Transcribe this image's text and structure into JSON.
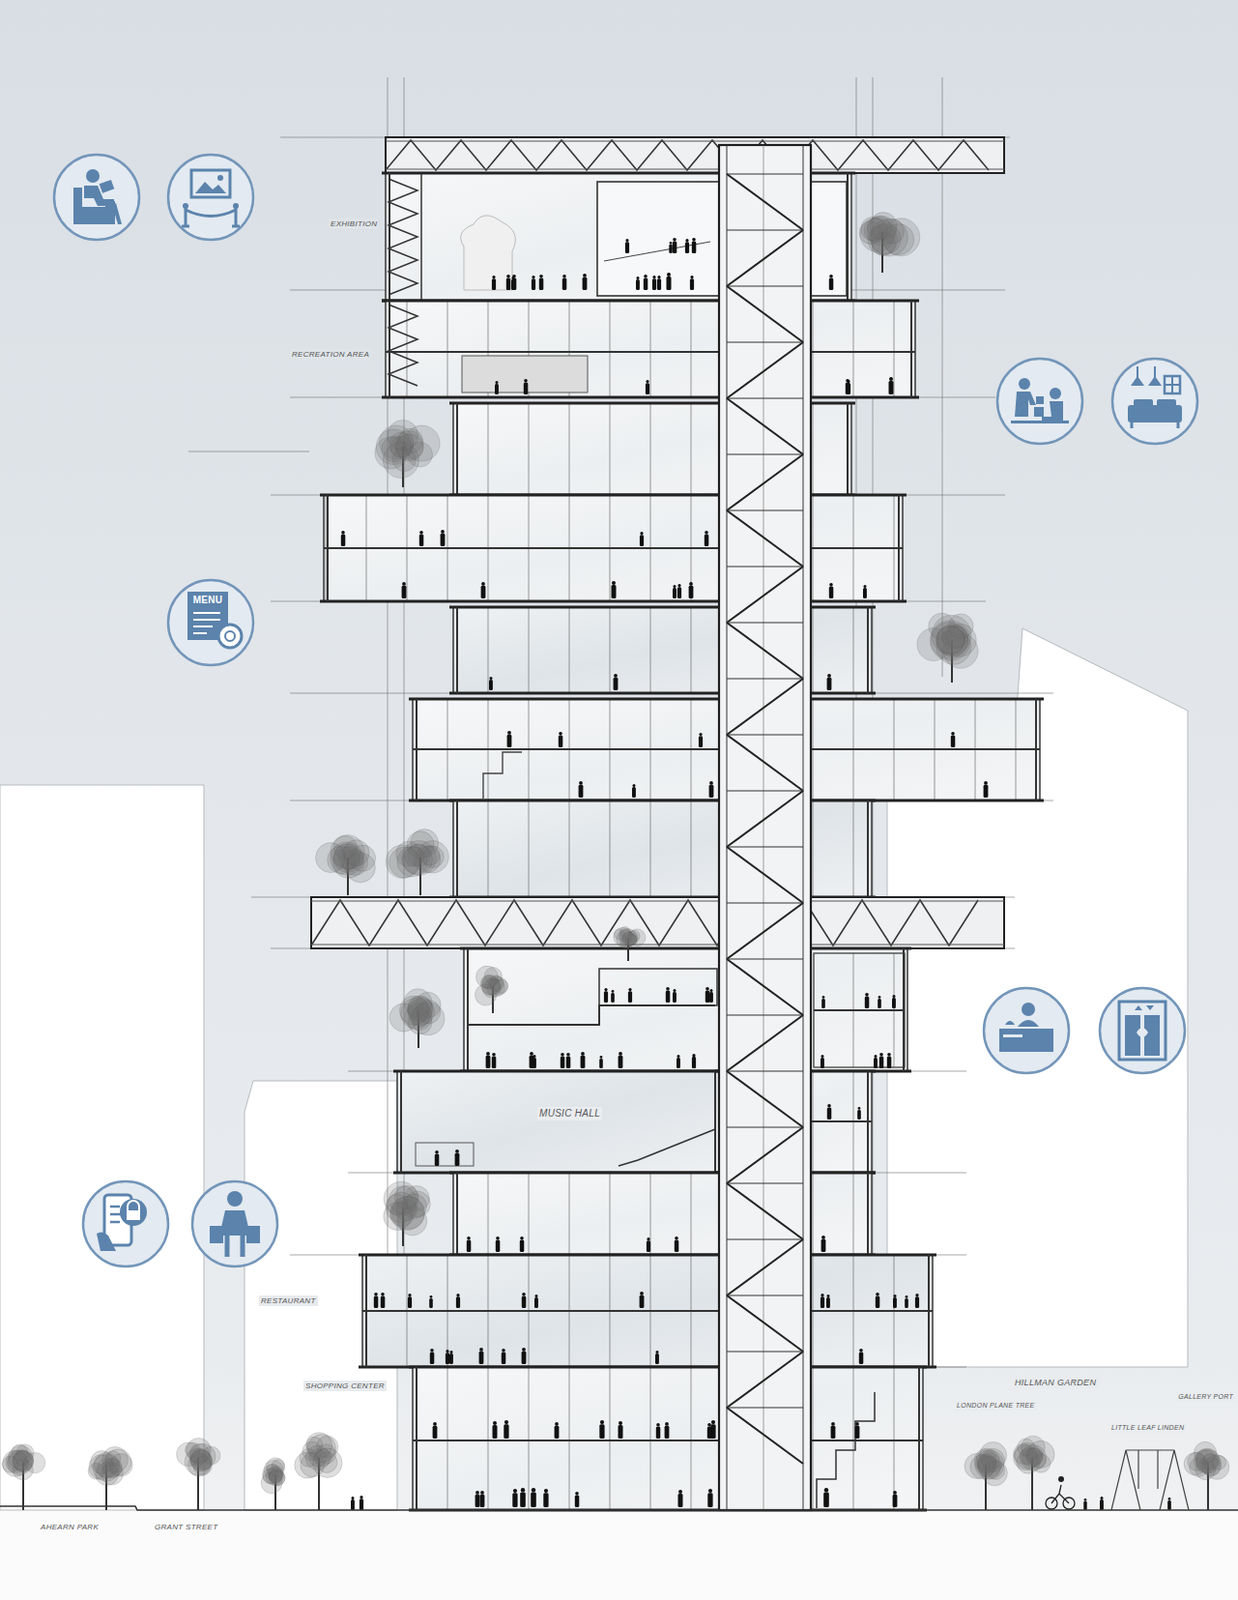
{
  "diagram": {
    "labels": [
      "EXHIBITION",
      "RECREATION AREA",
      "MENU",
      "MUSIC HALL",
      "RESTAURANT",
      "SHOPPING CENTER",
      "HILLMAN GARDEN",
      "GALLERY PORT",
      "LONDON PLANE TREE",
      "LITTLE LEAF LINDEN",
      "AHEARN PARK",
      "GRANT STREET"
    ]
  }
}
